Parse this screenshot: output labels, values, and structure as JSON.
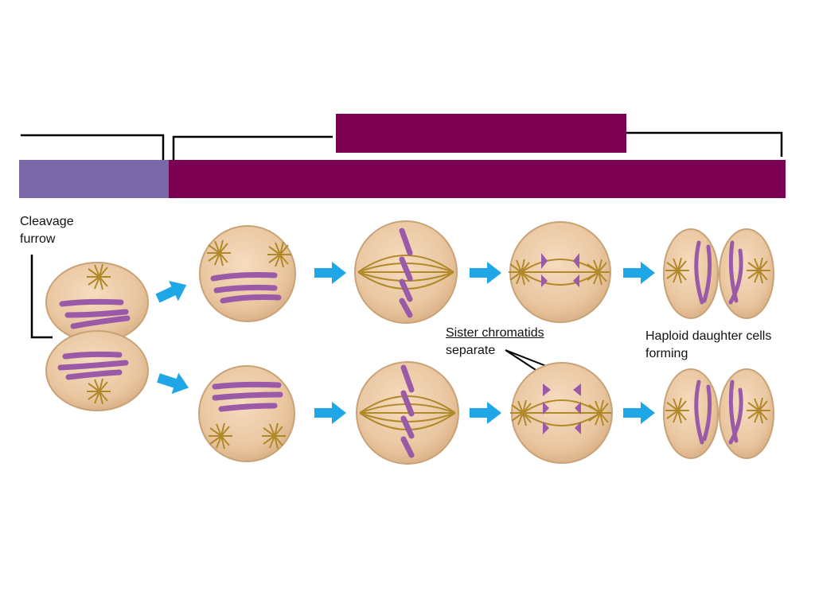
{
  "colors": {
    "phase_bar_light": "#7b68a8",
    "phase_bar_dark": "#7b0052",
    "cell_fill": "#e9c6a0",
    "cell_stroke": "#c9a377",
    "chromosome": "#9a5aa8",
    "spindle": "#b08a2a",
    "arrow": "#1ea6e6",
    "line": "#000000"
  },
  "labels": {
    "cleavage_furrow_1": "Cleavage",
    "cleavage_furrow_2": "furrow",
    "sister_chromatids_1": "Sister chromatids",
    "sister_chromatids_2": "separate",
    "haploid_1": "Haploid daughter cells",
    "haploid_2": "forming"
  },
  "icons": {
    "arrow": "right-arrow-icon"
  }
}
